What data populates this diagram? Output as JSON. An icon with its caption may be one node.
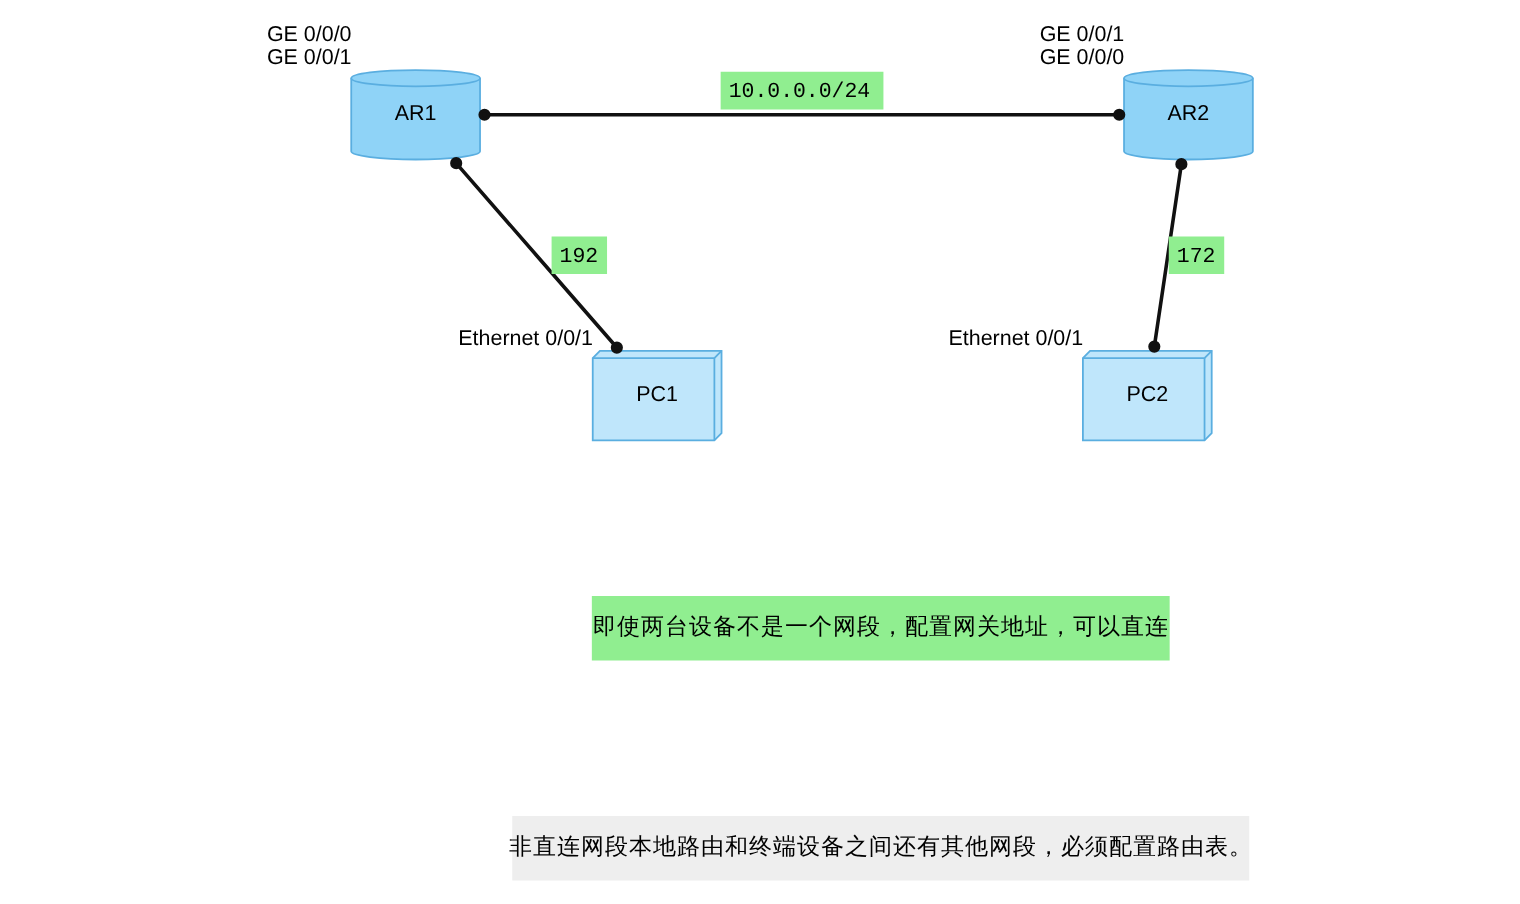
{
  "diagram": {
    "nodes": [
      {
        "text": [
          "AR1"
        ],
        "beside": [
          "GE 0/0/0",
          "GE 0/0/1"
        ]
      },
      {
        "text": [
          "AR2"
        ],
        "beside": [
          "GE 0/0/1",
          "GE 0/0/0"
        ]
      },
      {
        "text": [
          "PC1"
        ],
        "beside": [
          "Ethernet 0/0/1"
        ]
      },
      {
        "text": [
          "PC2"
        ],
        "beside": [
          "Ethernet 0/0/1"
        ]
      }
    ],
    "edges": [
      {
        "from": 0,
        "to": 1,
        "arrow": "other",
        "label": "10.0.0.0/24"
      },
      {
        "from": 0,
        "to": 2,
        "arrow": "other",
        "label": "192"
      },
      {
        "from": 1,
        "to": 3,
        "arrow": "other",
        "label": "172"
      }
    ],
    "labels": [
      "即使两台设备不是一个网段，配置网关地址，可以直连",
      "非直连网段本地路由和终端设备之间还有其他网段，必须配置路由表。"
    ]
  }
}
